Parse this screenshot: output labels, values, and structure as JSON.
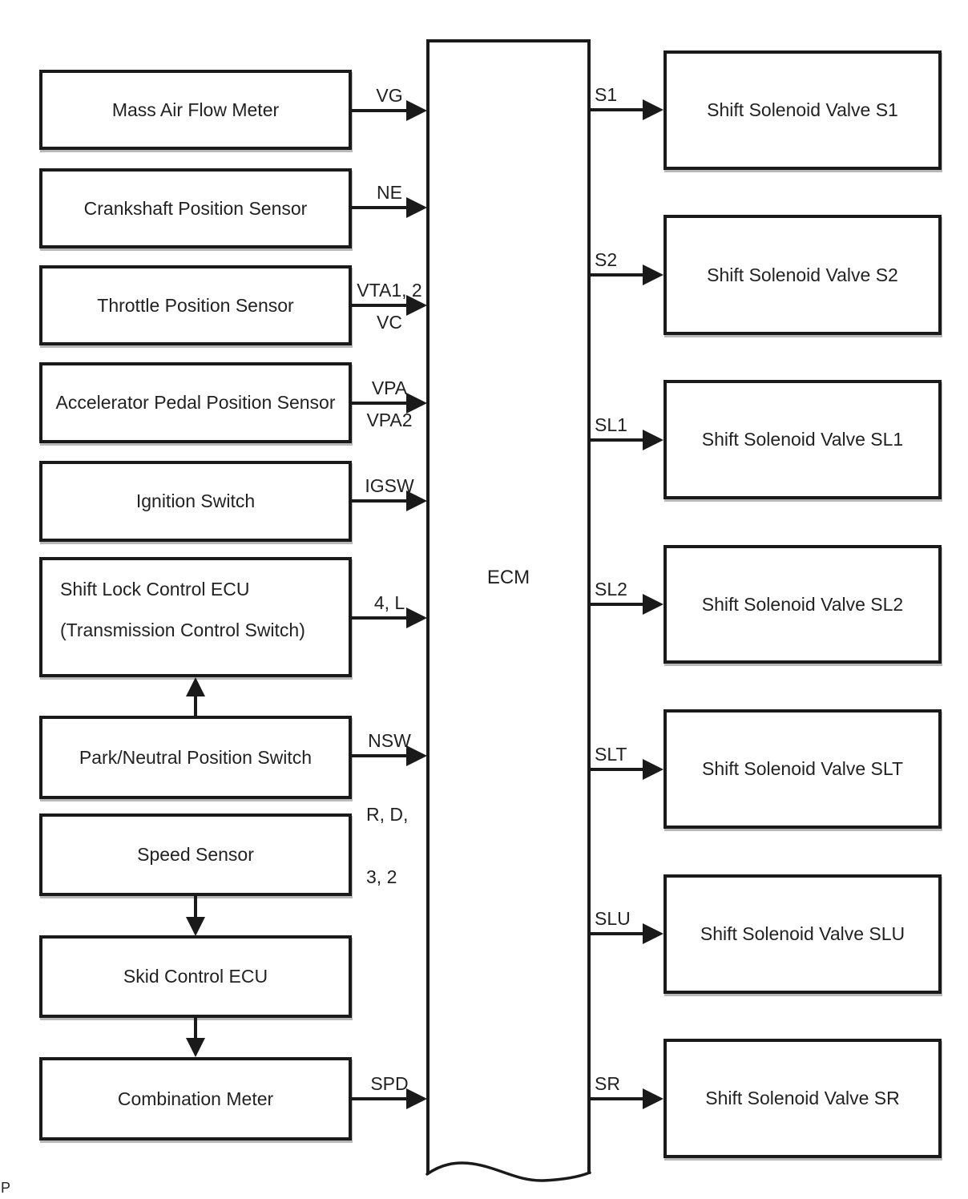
{
  "page": {
    "corner_text": "P",
    "background_color": "#ffffff",
    "line_color": "#1a1a1a",
    "text_color": "#222222",
    "shadow_color": "#b9b9b9"
  },
  "ecm": {
    "label": "ECM"
  },
  "inputs": [
    {
      "label": "Mass Air Flow Meter",
      "signal_above": "VG"
    },
    {
      "label": "Crankshaft Position Sensor",
      "signal_above": "NE"
    },
    {
      "label": "Throttle Position Sensor",
      "signal_above": "VTA1, 2",
      "signal_below": "VC"
    },
    {
      "label": "Accelerator Pedal Position Sensor",
      "signal_above": "VPA",
      "signal_below": "VPA2"
    },
    {
      "label": "Ignition Switch",
      "signal_above": "IGSW"
    },
    {
      "label": "Shift Lock Control ECU",
      "sublabel": "(Transmission Control Switch)",
      "signal_above": "4, L"
    },
    {
      "label": "Park/Neutral Position Switch",
      "signal_above": "NSW",
      "signal_below_line1": "R, D,",
      "signal_below_line2": "3, 2"
    },
    {
      "label": "Speed Sensor"
    },
    {
      "label": "Skid Control ECU"
    },
    {
      "label": "Combination Meter",
      "signal_above": "SPD"
    }
  ],
  "outputs": [
    {
      "signal": "S1",
      "label": "Shift Solenoid Valve S1"
    },
    {
      "signal": "S2",
      "label": "Shift Solenoid Valve S2"
    },
    {
      "signal": "SL1",
      "label": "Shift Solenoid Valve SL1"
    },
    {
      "signal": "SL2",
      "label": "Shift Solenoid Valve SL2"
    },
    {
      "signal": "SLT",
      "label": "Shift Solenoid Valve SLT"
    },
    {
      "signal": "SLU",
      "label": "Shift Solenoid Valve SLU"
    },
    {
      "signal": "SR",
      "label": "Shift Solenoid Valve SR"
    }
  ]
}
